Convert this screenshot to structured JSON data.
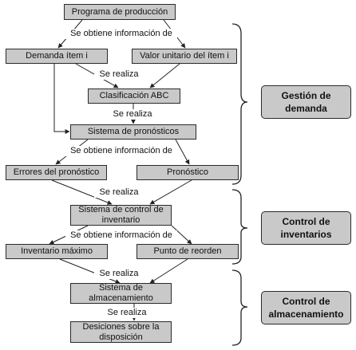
{
  "boxes": {
    "programa": "Programa de producción",
    "demanda": "Demanda ítem i",
    "valor": "Valor unitario del ítem i",
    "clasificacion": "Clasificación ABC",
    "pronosticos": "Sistema de pronósticos",
    "errores": "Errores del pronóstico",
    "pronostico": "Pronóstico",
    "control": "Sistema de control de inventario",
    "maximo": "Inventario máximo",
    "reorden": "Punto de reorden",
    "almacenamiento": "Sistema de almacenamiento",
    "desiciones": "Desiciones sobre la disposición"
  },
  "labels": {
    "obtiene1": "Se obtiene información de",
    "realiza1": "Se realiza",
    "realiza2": "Se realiza",
    "obtiene2": "Se obtiene información de",
    "realiza3": "Se realiza",
    "obtiene3": "Se obtiene información de",
    "realiza4": "Se realiza",
    "realiza5": "Se realiza"
  },
  "groups": {
    "gestion": "Gestión de demanda",
    "inventarios": "Control de inventarios",
    "almacenamiento": "Control de almacenamiento"
  }
}
